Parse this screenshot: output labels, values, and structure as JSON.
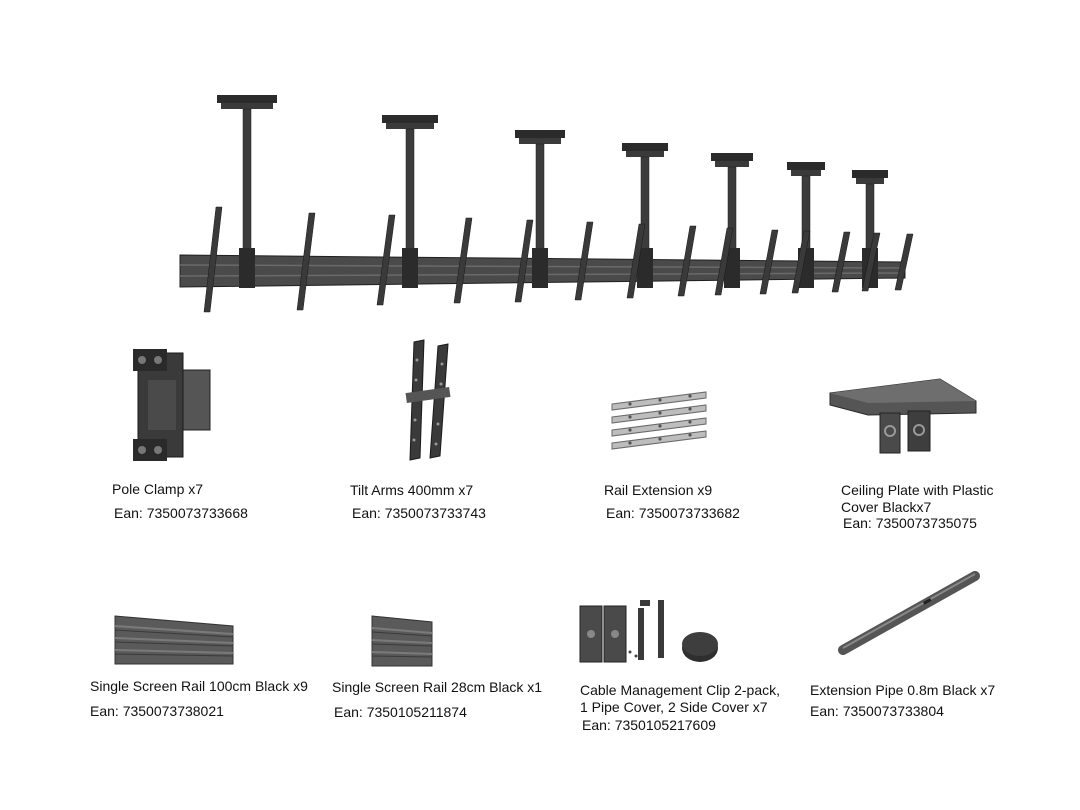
{
  "parts": [
    {
      "label": "Pole Clamp x7",
      "ean": "Ean: 7350073733668",
      "icon": "pole-clamp-icon"
    },
    {
      "label": "Tilt Arms 400mm x7",
      "ean": "Ean: 7350073733743",
      "icon": "tilt-arms-icon"
    },
    {
      "label": "Rail Extension x9",
      "ean": "Ean: 7350073733682",
      "icon": "rail-extension-icon"
    },
    {
      "label_line1": "Ceiling Plate with Plastic",
      "label_line2": "Cover Blackx7",
      "ean": "Ean: 7350073735075",
      "icon": "ceiling-plate-icon"
    },
    {
      "label": "Single Screen Rail 100cm Black x9",
      "ean": "Ean:  7350073738021",
      "icon": "screen-rail-100-icon"
    },
    {
      "label": "Single Screen Rail 28cm Black x1",
      "ean": "Ean: 7350105211874",
      "icon": "screen-rail-28-icon"
    },
    {
      "label_line1": "Cable Management Clip 2-pack,",
      "label_line2": "1 Pipe Cover, 2 Side Cover x7",
      "ean": "Ean:  7350105217609",
      "icon": "cable-clip-icon"
    },
    {
      "label": "Extension Pipe 0.8m Black x7",
      "ean": "Ean: 7350073733804",
      "icon": "extension-pipe-icon"
    }
  ],
  "colors": {
    "metal_dark": "#2b2b2b",
    "metal_mid": "#4a4a4a",
    "metal_light": "#8a8a8a",
    "text": "#111111"
  }
}
